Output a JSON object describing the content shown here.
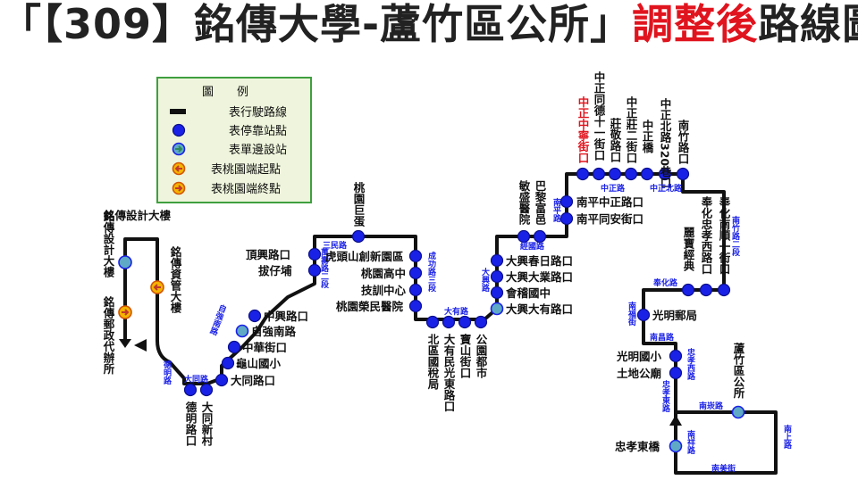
{
  "title": {
    "part1": "「【309】銘傳大學-蘆竹區公所」",
    "part2": "調整後",
    "part3": "路線圖"
  },
  "colors": {
    "background": "#ffffff",
    "title": "#222222",
    "highlight_red": "#e0141e",
    "stop_fill": "#1a21e6",
    "route_line": "#111111",
    "road_text": "#1a21e6",
    "legend_fill": "#eef5dc",
    "legend_border": "#3f9f3f"
  },
  "legend": {
    "header": "圖　　例",
    "items": [
      {
        "icon": "route-line-icon",
        "label": "表行駛路線"
      },
      {
        "icon": "blue-stop-icon",
        "label": "表停靠站點"
      },
      {
        "icon": "one-way-stop-icon",
        "label": "表單邊設站"
      },
      {
        "icon": "start-point-icon",
        "label": "表桃園端起點"
      },
      {
        "icon": "end-point-icon",
        "label": "表桃園端終點"
      }
    ]
  },
  "stops": {
    "s01": "銘傳設計大樓",
    "s02": "銘傳郵政代辦所",
    "s03": "銘傳資管大樓",
    "s04": "德明路口",
    "s05": "大同新村",
    "s06": "大同路口",
    "s07": "龜山國小",
    "s08": "中華街口",
    "s09": "自強南路",
    "s10": "中興路口",
    "s11": "拔仔埔",
    "s12": "頂興路口",
    "s13": "桃園巨蛋",
    "s14": "虎頭山創新園區",
    "s15": "桃園高中",
    "s16": "技訓中心",
    "s17": "桃園榮民醫院",
    "s18": "北區國稅局",
    "s19": "大有民光東路口",
    "s20": "寶山街口",
    "s21": "公園都市",
    "s22": "大興大有路口",
    "s23": "會稽國中",
    "s24": "大興大業路口",
    "s25": "大興春日路口",
    "s26": "敏盛醫院",
    "s27": "巴黎富邑",
    "s28": "南平同安街口",
    "s29": "南平中正路口",
    "s30": "中正中寧街口",
    "s31": "中正同德十一街口",
    "s32": "莊敬路口",
    "s33": "中正莊二街口",
    "s34": "中正橋",
    "s35": "中正北路320巷口",
    "s36": "南竹路口",
    "s37": "奉化南順一街口",
    "s38": "奉化忠孝西路口",
    "s39": "麗寶經典",
    "s40": "光明郵局",
    "s41": "光明國小",
    "s42": "土地公廟",
    "s43": "蘆竹區公所",
    "s44": "忠孝東橋"
  },
  "roads": {
    "r01": "德明路",
    "r02": "大同路",
    "r03": "自強南路",
    "r04": "萬壽路二段",
    "r05": "三民路",
    "r06": "成功路三段",
    "r07": "大有路",
    "r08": "大興路",
    "r09": "經國路",
    "r10": "南平路",
    "r11": "中正路",
    "r12": "中正北路",
    "r13": "南竹路二段",
    "r14": "奉化路",
    "r15": "南福街",
    "r16": "南昌路",
    "r17": "忠孝西路",
    "r18": "忠孝東路",
    "r19": "南崁路",
    "r20": "南上路",
    "r21": "南美街",
    "r22": "南祥路"
  }
}
